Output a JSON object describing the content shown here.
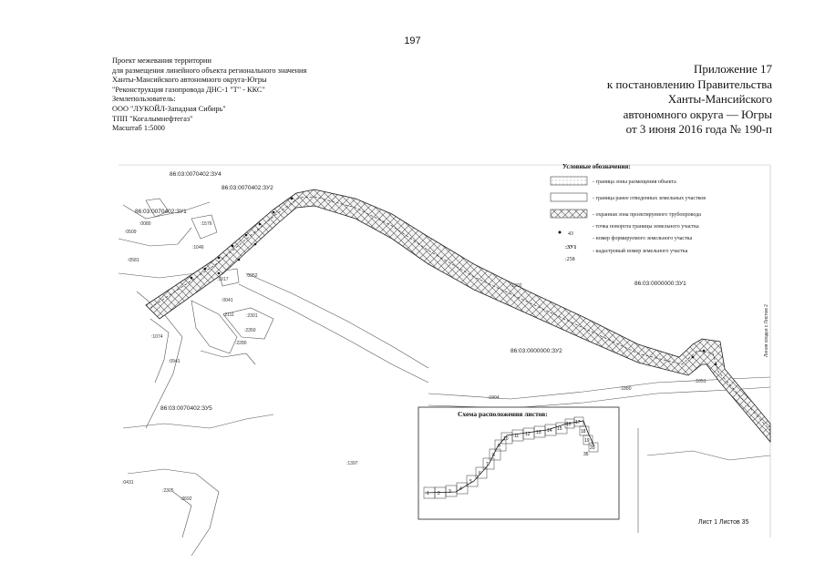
{
  "page_number": "197",
  "project_block": [
    "Проект межевания территории",
    "для размещения линейного объекта регионального значения",
    "Ханты-Мансийского автономного округа-Югры",
    "\"Реконструкция газопровода ДНС-1 \"Т\" - ККС\"",
    "Землепользователь:",
    "ООО \"ЛУКОЙЛ-Западная Сибирь\"",
    "ТПП \"Когалымнефтегаз\"",
    "Масштаб 1:5000"
  ],
  "appendix": [
    "Приложение 17",
    "к постановлению Правительства",
    "Ханты-Мансийского",
    "автономного округа — Югры",
    "от 3 июня 2016 года № 190-п"
  ],
  "legend": {
    "title": "Условные обозначения:",
    "items": [
      {
        "symbol": "- граница зоны размещения объекта"
      },
      {
        "symbol": "- граница ранее отведенных земельных участков"
      },
      {
        "symbol": "- охранная зона проектируемого трубопровода"
      },
      {
        "sample": "43",
        "symbol": "- точка поворота границы земельного участка"
      },
      {
        "sample": ":ЗУ1",
        "symbol": "- номер формируемого земельного участка"
      },
      {
        "sample": ":258",
        "symbol": "- кадастровый номер земельного участка"
      }
    ]
  },
  "map_labels": {
    "zu4": "86:03:0070402:ЗУ4",
    "zu2": "86:03:0070402:ЗУ2",
    "zu1": "86:03:0070402:ЗУ1",
    "zu5": "86:03:0070402:ЗУ5",
    "main_zu1": "86:03:0000000:ЗУ1",
    "main_zu2": "86:03:0000000:ЗУ2",
    "p1576": ":1576",
    "p1046": ":1046",
    "p0080": ":0080",
    "p0509": ":0509",
    "p0581": ":0581",
    "p1017": ":1017",
    "p0952": ":0952",
    "p0041": ":0041",
    "p2111": ":2111",
    "p2301": ":2301",
    "p2350": ":2350",
    "p2280": ":2280",
    "p1074": ":1074",
    "p0941": ":0941",
    "p1397": ":1397",
    "p0431": ":0431",
    "p2305": ":2305",
    "p0692": ":0692",
    "p1302": ":1302",
    "p1904": ":1904",
    "p1880": ":1880",
    "p1051": ":1051",
    "side_note": "Линия сводки с Листом 2"
  },
  "inset": {
    "title": "Схема расположения листов:",
    "sheet_numbers": [
      "1",
      "2",
      "3",
      "4",
      "5",
      "6",
      "7",
      "8",
      "9",
      "10",
      "11",
      "12",
      "13",
      "14",
      "15",
      "16",
      "17",
      "18",
      "19",
      "20",
      "35"
    ]
  },
  "sheet_footer": "Лист 1 Листов 35"
}
